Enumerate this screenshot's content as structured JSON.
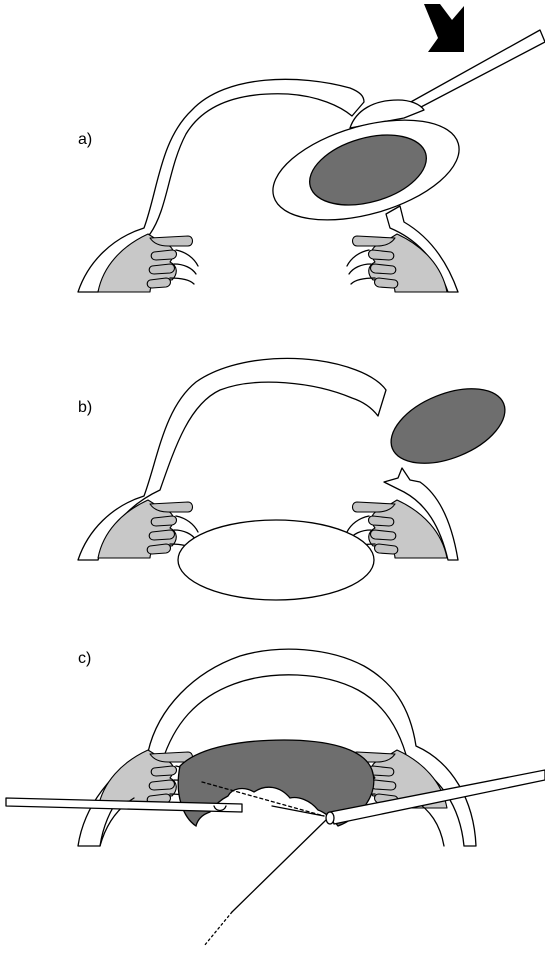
{
  "panels": [
    {
      "label": "a)"
    },
    {
      "label": "b)"
    },
    {
      "label": "c)"
    }
  ],
  "colors": {
    "lens_fill": "#6e6e6e",
    "iris_fill": "#c4c4c4",
    "ciliary_fill": "#c8c8c8",
    "outline": "#000000",
    "background": "#ffffff"
  },
  "icons": [
    "arrow-down-left-icon"
  ]
}
